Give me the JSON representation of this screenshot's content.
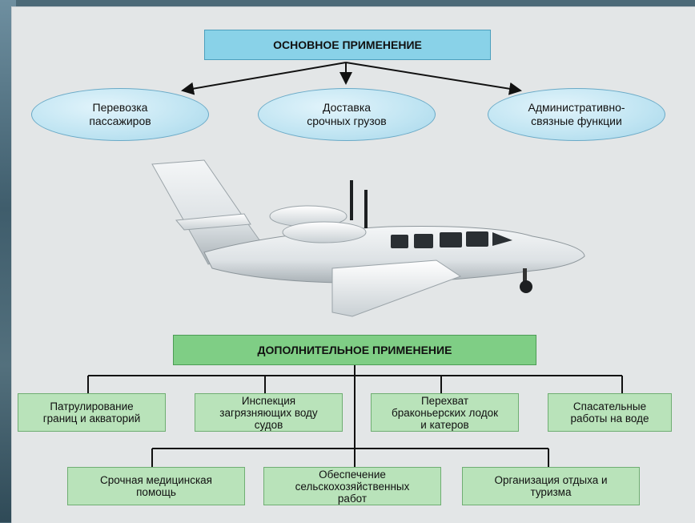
{
  "diagram": {
    "main_title": "ОСНОВНОЕ ПРИМЕНЕНИЕ",
    "main_uses": [
      "Перевозка\nпассажиров",
      "Доставка\nсрочных грузов",
      "Административно-\nсвязные функции"
    ],
    "secondary_title": "ДОПОЛНИТЕЛЬНОЕ ПРИМЕНЕНИЕ",
    "secondary_uses_row1": [
      "Патрулирование\nграниц и акваторий",
      "Инспекция\nзагрязняющих воду\nсудов",
      "Перехват\nбраконьерских лодок\nи катеров",
      "Спасательные\nработы на воде"
    ],
    "secondary_uses_row2": [
      "Срочная медицинская\nпомощь",
      "Обеспечение\nсельскохозяйственных\nработ",
      "Организация отдыха и\nтуризма"
    ]
  },
  "colors": {
    "main_title_fill": "#89d2e8",
    "ellipse_fill": "#bfe4f2",
    "secondary_title_fill": "#7fce85",
    "secondary_box_fill": "#b9e3ba",
    "panel_background": "#e3e6e7"
  },
  "image": {
    "icon": "seaplane-illustration"
  }
}
